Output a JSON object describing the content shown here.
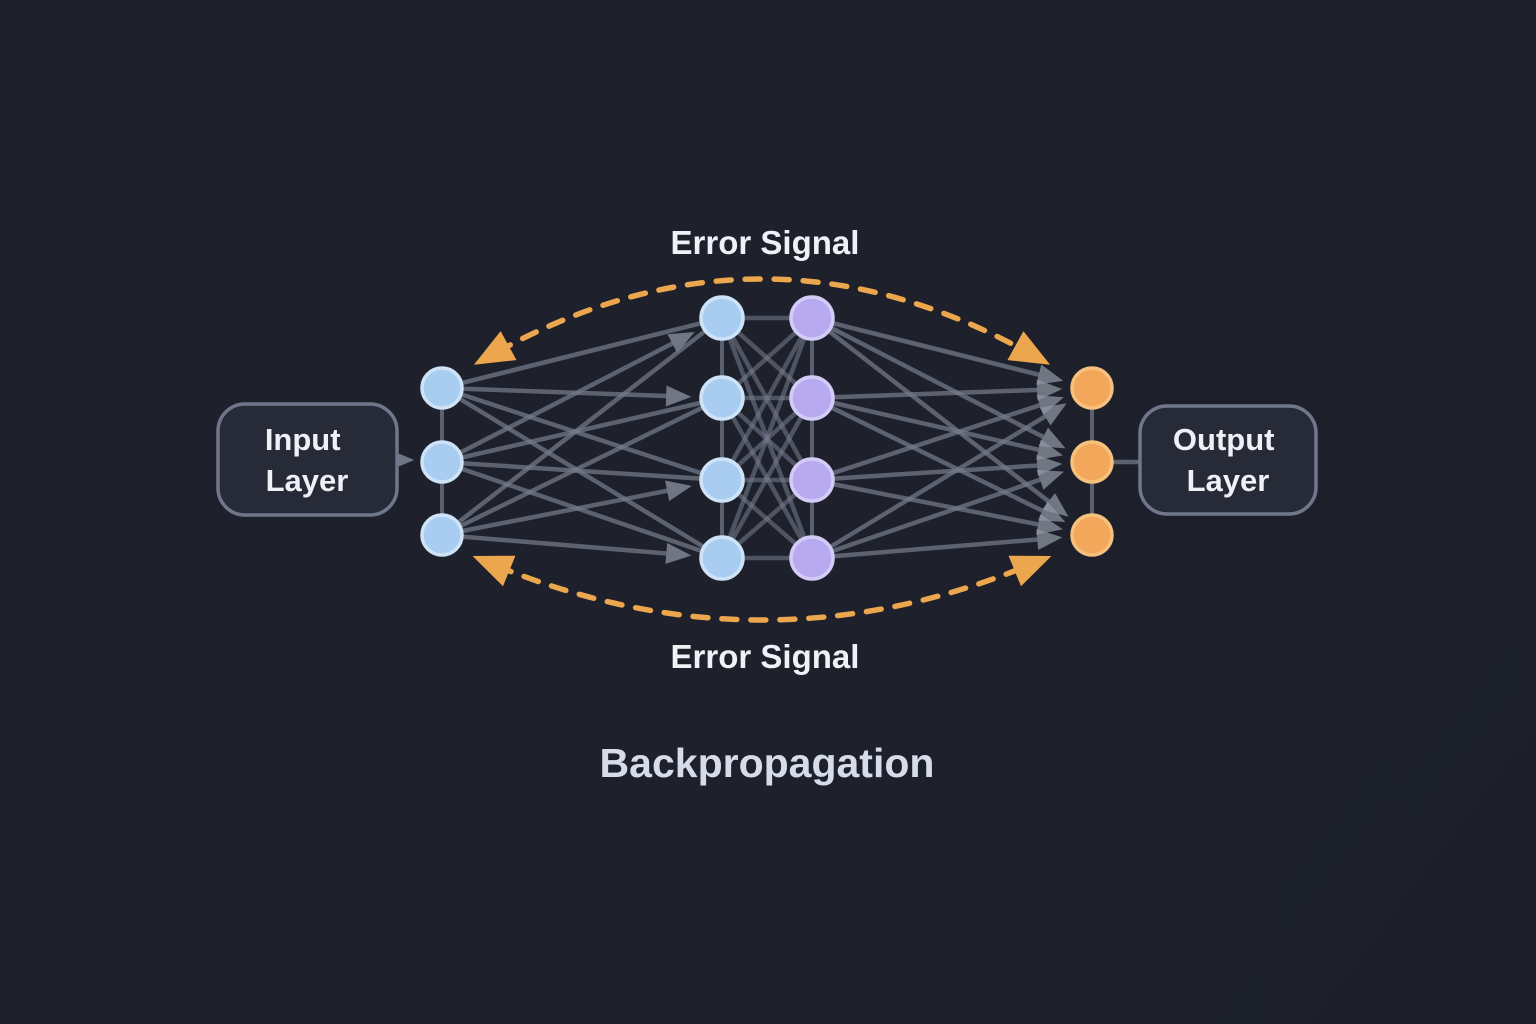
{
  "title": "Backpropagation",
  "labels": {
    "error_signal_top": "Error Signal",
    "error_signal_bottom": "Error Signal"
  },
  "input_box": {
    "line1": "Input",
    "line2": "Layer"
  },
  "output_box": {
    "line1": "Output",
    "line2": "Layer"
  },
  "network": {
    "layers": [
      {
        "id": "input",
        "nodes": 3,
        "node_color": "#a8cdf0"
      },
      {
        "id": "hidden-1",
        "nodes": 4,
        "node_color": "#a8cdf0"
      },
      {
        "id": "hidden-2",
        "nodes": 4,
        "node_color": "#b7aaee"
      },
      {
        "id": "output",
        "nodes": 3,
        "node_color": "#f2a75b"
      }
    ]
  },
  "colors": {
    "background": "#1e212c",
    "node_input": "#a8cdf0",
    "node_input_border": "#cfe3f8",
    "node_hidden": "#a8cdf0",
    "node_hidden_border": "#cfe3f8",
    "node_hidden2": "#b7aaee",
    "node_hidden2_border": "#d4cbf6",
    "node_output": "#f2a75b",
    "node_output_border": "#f6c07d",
    "edge": "#747b8b",
    "connector": "#5d6473",
    "arrowhead": "#9298a6",
    "error_arc": "#eca64e",
    "box_fill": "#272b37",
    "box_border": "#70778a",
    "text": "#eff1f6",
    "title_text": "#d7dcea"
  }
}
